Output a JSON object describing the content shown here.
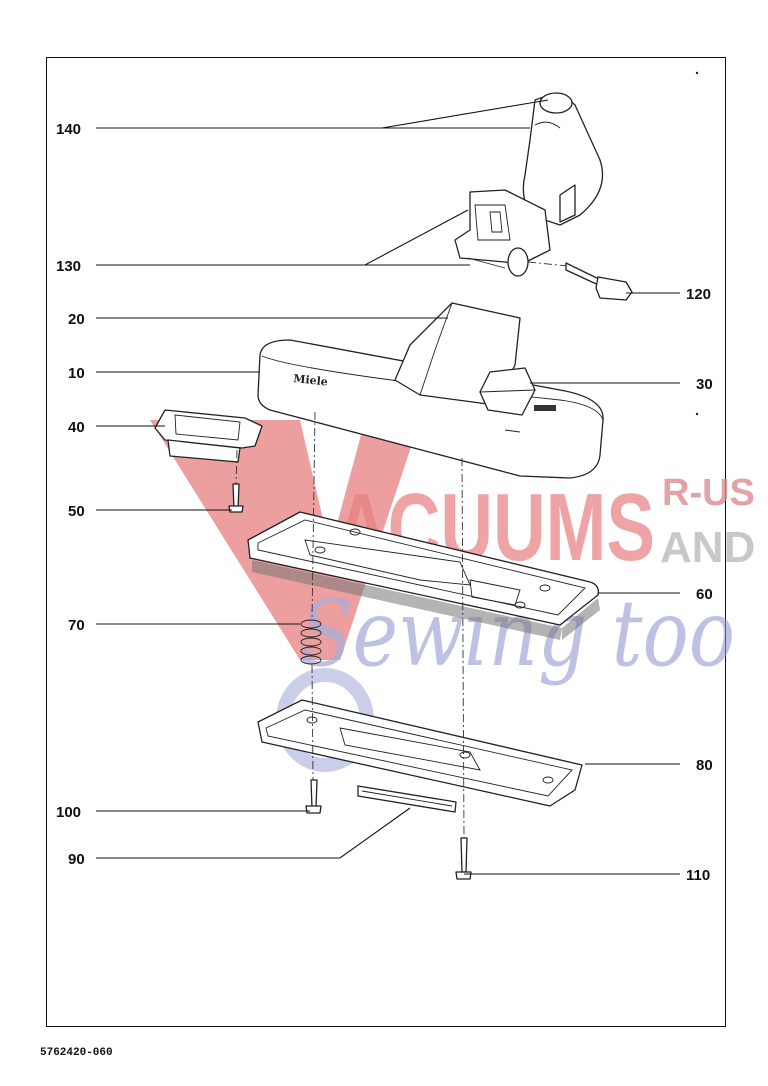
{
  "document_number": "5762420-060",
  "brand_mark": "Miele",
  "watermark": {
    "line1": "ACUUMS",
    "r_us": "R-US",
    "and": "AND",
    "line2": "Sewing too",
    "colors": {
      "red": "#e05a5a",
      "gray": "#b9b9b9",
      "blue": "#8f95cf"
    }
  },
  "callouts": [
    {
      "id": "140",
      "label": "140"
    },
    {
      "id": "130",
      "label": "130"
    },
    {
      "id": "120",
      "label": "120"
    },
    {
      "id": "20",
      "label": "20"
    },
    {
      "id": "10",
      "label": "10"
    },
    {
      "id": "30",
      "label": "30"
    },
    {
      "id": "40",
      "label": "40"
    },
    {
      "id": "50",
      "label": "50"
    },
    {
      "id": "60",
      "label": "60"
    },
    {
      "id": "70",
      "label": "70"
    },
    {
      "id": "80",
      "label": "80"
    },
    {
      "id": "100",
      "label": "100"
    },
    {
      "id": "90",
      "label": "90"
    },
    {
      "id": "110",
      "label": "110"
    }
  ]
}
